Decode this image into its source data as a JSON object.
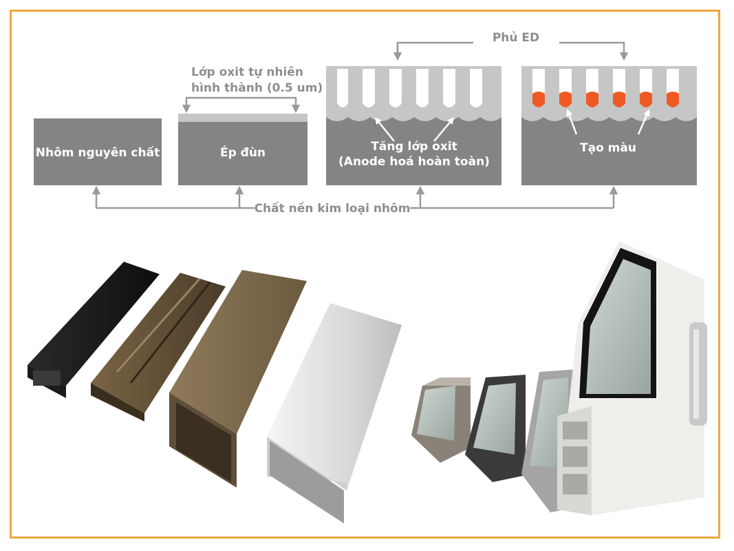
{
  "diagram": {
    "title_top": "Phủ ED",
    "natural_oxide_line1": "Lớp oxit tự nhiên",
    "natural_oxide_line2": "hình thành (0.5 um)",
    "block1_label": "Nhôm nguyên chất",
    "block2_label": "Ép đùn",
    "block3_label_line1": "Tăng lớp oxit",
    "block3_label_line2": "(Anode hoá hoàn toàn)",
    "block4_label": "Tạo màu",
    "substrate_label": "Chất nền kim loại nhôm"
  },
  "photos": {
    "left_caption": "",
    "right_caption": ""
  },
  "colors": {
    "frame": "#f0a63c",
    "block": "#848484",
    "oxide": "#c6c6c6",
    "arrow": "#9a9a9a",
    "dye": "#ef5a24"
  }
}
